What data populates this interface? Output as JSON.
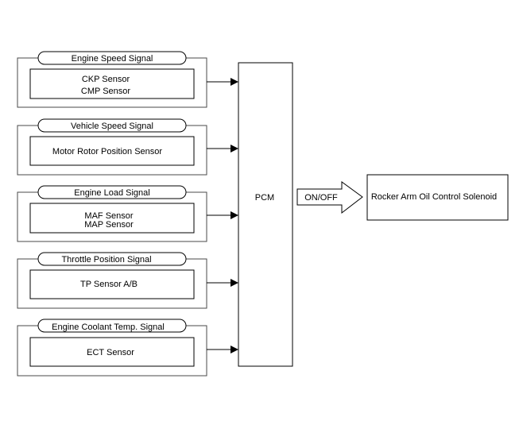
{
  "signal_groups": [
    {
      "signal": "Engine Speed Signal",
      "sensors": [
        "CKP Sensor",
        "CMP Sensor"
      ]
    },
    {
      "signal": "Vehicle Speed Signal",
      "sensors": [
        "Motor Rotor Position Sensor"
      ]
    },
    {
      "signal": "Engine Load Signal",
      "sensors": [
        "MAF Sensor",
        "MAP Sensor"
      ]
    },
    {
      "signal": "Throttle Position Signal",
      "sensors": [
        "TP Sensor A/B"
      ]
    },
    {
      "signal": "Engine Coolant Temp. Signal",
      "sensors": [
        "ECT Sensor"
      ]
    }
  ],
  "controller": {
    "label": "PCM"
  },
  "output_arrow": {
    "label": "ON/OFF"
  },
  "actuator": {
    "label": "Rocker Arm Oil Control Solenoid"
  },
  "colors": {
    "line": "#4a4a4a",
    "background": "#ffffff"
  }
}
